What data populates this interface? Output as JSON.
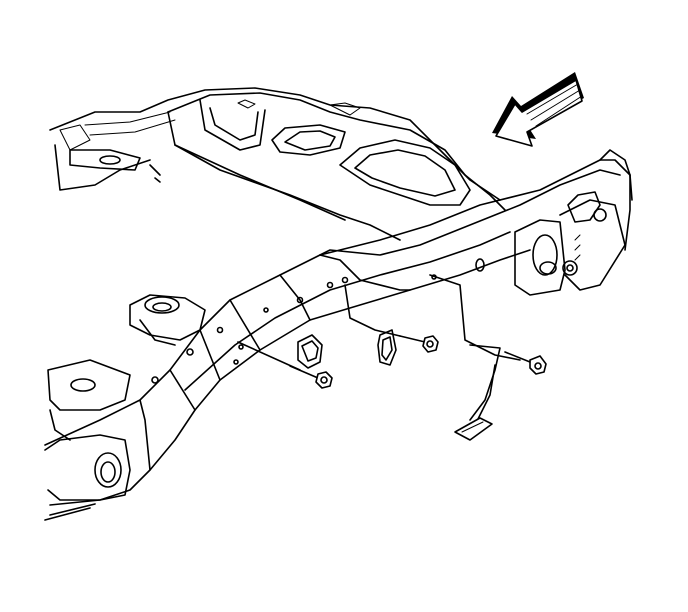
{
  "figure": {
    "components": [
      {
        "name": "frame-rail"
      },
      {
        "name": "crossmember"
      },
      {
        "name": "fastener-bolt"
      },
      {
        "name": "bracket-clip"
      }
    ],
    "direction_indicator": "arrow-pointing-forward",
    "colors": {
      "line": "#000000",
      "background": "#ffffff"
    }
  }
}
